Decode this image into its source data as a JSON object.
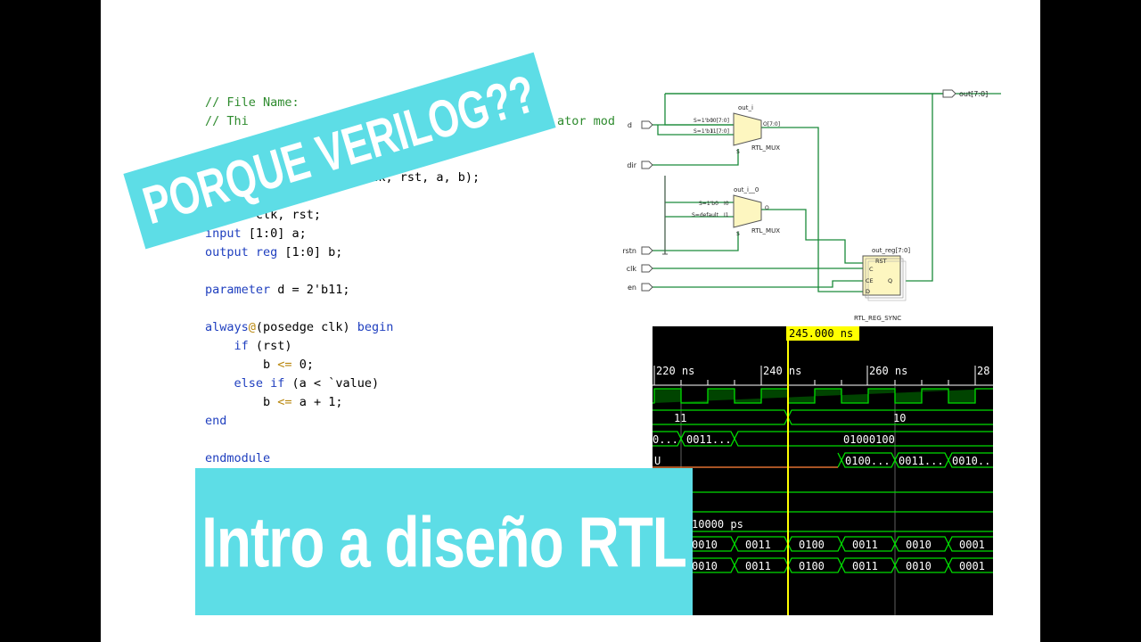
{
  "code": {
    "line1": "// File Name:",
    "line2_prefix": "// Thi",
    "line2_suffix": "ator mod",
    "line3": "(clk, rst, a, b);",
    "line4_prefix": "i",
    "line4_suffix": "ut clk, rst;",
    "line5_kw": "input",
    "line5_rest": " [1:0] a;",
    "line6_kw": "output reg",
    "line6_rest": " [1:0] b;",
    "line7_kw": "parameter",
    "line7_rest": " d = 2'b11;",
    "line8_kw": "always",
    "line8_at": "@",
    "line8_mid": "(posedge clk) ",
    "line8_kw2": "begin",
    "line9_kw": "if",
    "line9_rest": " (rst)",
    "line10_pre": "b ",
    "line10_op": "<=",
    "line10_rest": " 0;",
    "line11_kw": "else if",
    "line11_rest": " (a < `value)",
    "line12_pre": "b ",
    "line12_op": "<=",
    "line12_rest": " a + 1;",
    "line13_kw": "end",
    "line14_kw": "endmodule"
  },
  "banners": {
    "top": "PORQUE VERILOG??",
    "bottom": "Intro a diseño RTL"
  },
  "schematic": {
    "inputs": [
      "d",
      "dir",
      "rstn",
      "clk",
      "en"
    ],
    "output": "out[7:0]",
    "mux1": {
      "name": "out_i",
      "in0": "S=1'b0",
      "in0_pin": "I0[7:0]",
      "in1": "S=1'b1",
      "in1_pin": "I1[7:0]",
      "out_pin": "O[7:0]",
      "sel": "S",
      "type": "RTL_MUX"
    },
    "mux2": {
      "name": "out_i__0",
      "in0": "S=1'b0",
      "in0_pin": "I0",
      "in1": "S=default",
      "in1_pin": "I1",
      "out_pin": "O",
      "sel": "S",
      "type": "RTL_MUX"
    },
    "reg": {
      "name": "out_reg[7:0]",
      "rst": "RST",
      "c": "C",
      "ce": "CE",
      "d": "D",
      "q": "Q",
      "type": "RTL_REG_SYNC"
    }
  },
  "waveform": {
    "cursor": "245.000 ns",
    "ticks": [
      "220 ns",
      "240 ns",
      "260 ns",
      "28"
    ],
    "row2": [
      "11",
      "10"
    ],
    "row3": [
      "0...",
      "0011...",
      "01000100"
    ],
    "row4": [
      "U",
      "0100...",
      "0011...",
      "0010..."
    ],
    "row7": "10000 ps",
    "row8": [
      "0010",
      "0011",
      "0100",
      "0011",
      "0010",
      "0001"
    ],
    "row9": [
      "0010",
      "0011",
      "0100",
      "0011",
      "0010",
      "0001"
    ],
    "colors": {
      "signal": "#00dd00",
      "cursor": "#ffff00",
      "undefined": "#e07030"
    }
  }
}
